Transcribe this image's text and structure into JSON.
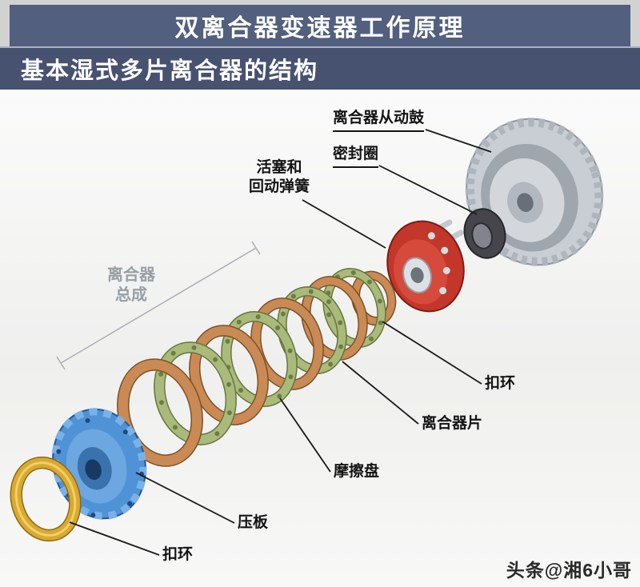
{
  "header": {
    "title": "双离合器变速器工作原理",
    "subtitle": "基本湿式多片离合器的结构"
  },
  "labels": {
    "drum": "离合器从动鼓",
    "seal": "密封圈",
    "piston_l1": "活塞和",
    "piston_l2": "回动弹簧",
    "assembly_l1": "离合器",
    "assembly_l2": "总成",
    "snap_ring_right": "扣环",
    "clutch_plate": "离合器片",
    "friction_disc": "摩擦盘",
    "pressure_plate": "压板",
    "snap_ring_left": "扣环"
  },
  "watermark": "头条@湘6小哥",
  "colors": {
    "header_bg": "#525f7e",
    "subheader_bg": "#475170",
    "drum_gray": "#c9ced4",
    "seal_dark": "#45454b",
    "piston_red": "#c2372a",
    "friction_disc_copper": "#c98a55",
    "clutch_plate_green": "#a9ba7a",
    "pressure_plate_blue": "#4f93d6",
    "snap_ring_gold": "#d9a930"
  }
}
